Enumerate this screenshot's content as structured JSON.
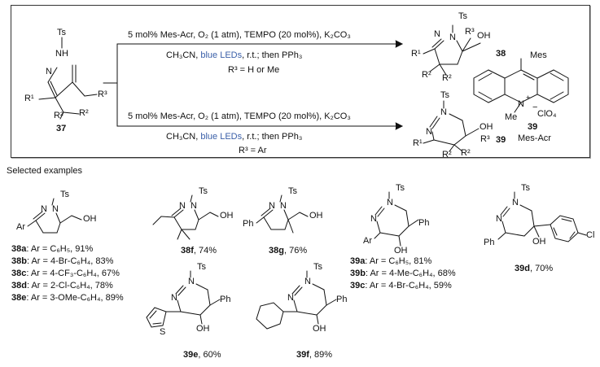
{
  "scheme": {
    "top_conditions": {
      "line1": "5 mol% Mes-Acr, O₂ (1 atm), TEMPO (20 mol%), K₂CO₃",
      "line2_pre": "CH₃CN, ",
      "line2_blue": "blue LEDs",
      "line2_post": ", r.t.; then PPh₃",
      "line3": "R³ = H or Me"
    },
    "bottom_conditions": {
      "line1": "5 mol% Mes-Acr, O₂ (1 atm), TEMPO (20 mol%), K₂CO₃",
      "line2_pre": "CH₃CN, ",
      "line2_blue": "blue LEDs",
      "line2_post": ", r.t.; then PPh₃",
      "line3": "R³ = Ar"
    },
    "start_label": "37",
    "product_top_label": "38",
    "product_bottom_label": "39",
    "catalyst_label": "39",
    "catalyst_name": "Mes-Acr",
    "catalyst_mes": "Mes",
    "catalyst_me": "Me",
    "catalyst_clo4": "ClO₄",
    "atoms": {
      "ts": "Ts",
      "nh": "NH",
      "n": "N",
      "n_plus": "N",
      "oh": "OH",
      "r1": "R¹",
      "r2": "R²",
      "r3": "R³",
      "ph": "Ph",
      "ar": "Ar",
      "cl": "Cl",
      "s": "S",
      "plus": "+",
      "minus": "−"
    }
  },
  "selected_header": "Selected examples",
  "examples": {
    "38a": {
      "id": "38a",
      "text": ": Ar = C₆H₅, 91%"
    },
    "38b": {
      "id": "38b",
      "text": ": Ar = 4-Br-C₆H₄, 83%"
    },
    "38c": {
      "id": "38c",
      "text": ": Ar = 4-CF₃-C₆H₄, 67%"
    },
    "38d": {
      "id": "38d",
      "text": ": Ar = 2-Cl-C₆H₄, 78%"
    },
    "38e": {
      "id": "38e",
      "text": ": Ar = 3-OMe-C₆H₄, 89%"
    },
    "38f": {
      "id": "38f",
      "text": ", 74%"
    },
    "38g": {
      "id": "38g",
      "text": ", 76%"
    },
    "39a": {
      "id": "39a",
      "text": ": Ar = C₆H₅, 81%"
    },
    "39b": {
      "id": "39b",
      "text": ": Ar = 4-Me-C₆H₄, 68%"
    },
    "39c": {
      "id": "39c",
      "text": ": Ar = 4-Br-C₆H₄, 59%"
    },
    "39d": {
      "id": "39d",
      "text": ", 70%"
    },
    "39e": {
      "id": "39e",
      "text": ", 60%"
    },
    "39f": {
      "id": "39f",
      "text": ", 89%"
    }
  }
}
